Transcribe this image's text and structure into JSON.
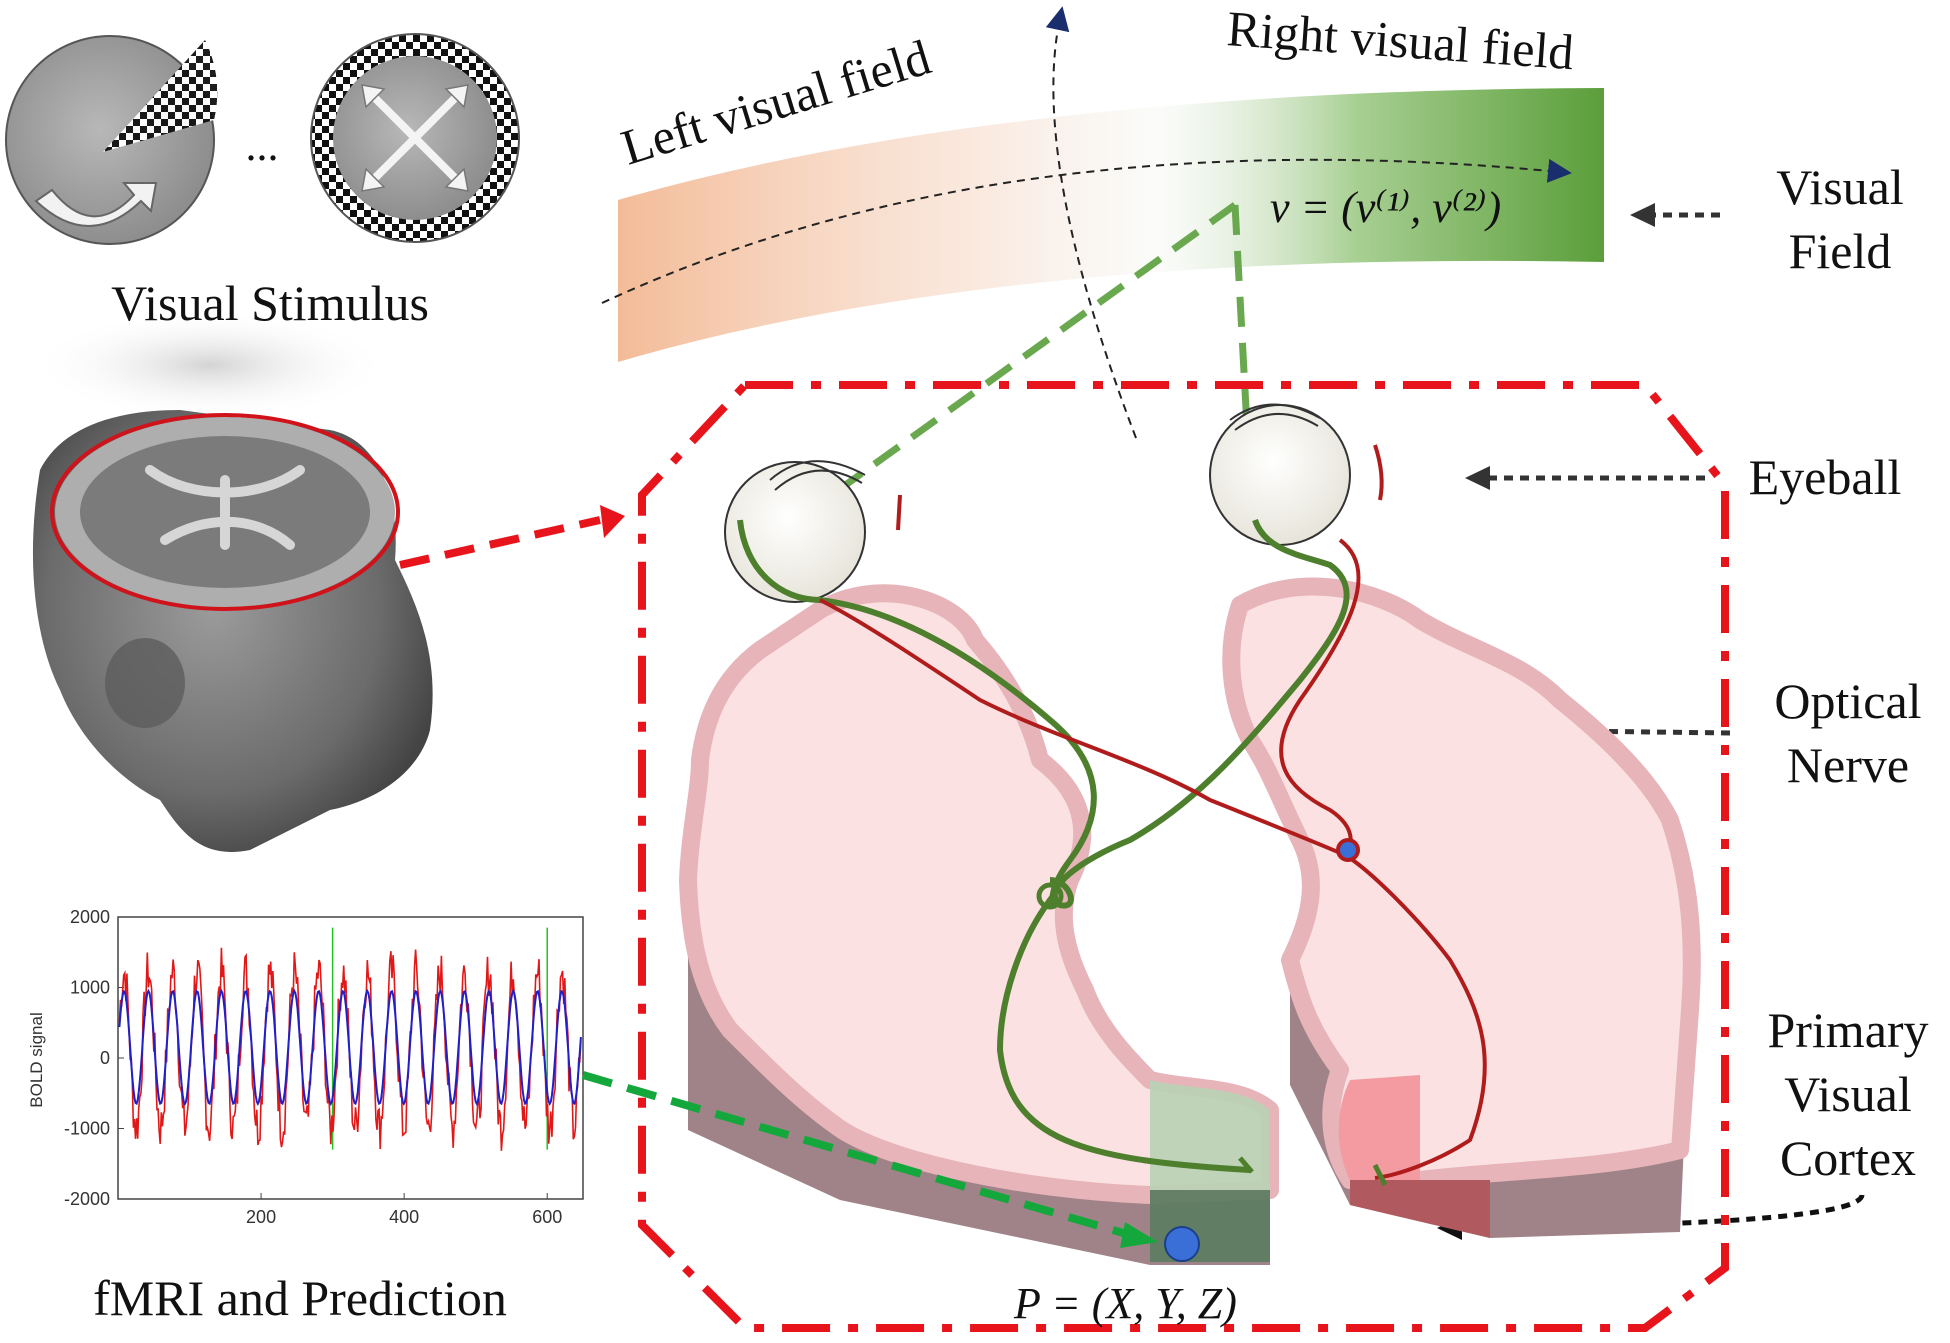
{
  "labels": {
    "left_visual_field": "Left visual field",
    "right_visual_field": "Right visual field",
    "visual_field_1": "Visual",
    "visual_field_2": "Field",
    "eyeball": "Eyeball",
    "optical_nerve_1": "Optical",
    "optical_nerve_2": "Nerve",
    "primary_1": "Primary",
    "primary_2": "Visual",
    "primary_3": "Cortex",
    "visual_stimulus": "Visual Stimulus",
    "fmri": "fMRI and Prediction",
    "ellipsis": "...",
    "v_formula": "v = (v⁽¹⁾, v⁽²⁾)",
    "p_formula": "P = (X, Y, Z)"
  },
  "colors": {
    "red_dash": "#e8141c",
    "green_dash": "#6aa84f",
    "green_dash_dark": "#14a83c",
    "nerve_green": "#4d7f2d",
    "nerve_red": "#b01c1c",
    "tissue_pink": "#fbe1e1",
    "tissue_edge": "#e9b9bd",
    "tissue_side": "#a08388",
    "field_orange": "#f2b48c",
    "field_green": "#5b9e3a",
    "point_blue": "#3a6fd8",
    "bold_red": "#e01818",
    "bold_blue": "#2020c8"
  },
  "chart_data": {
    "type": "line",
    "title": "",
    "xlabel": "",
    "ylabel": "BOLD signal",
    "xlim": [
      0,
      650
    ],
    "ylim": [
      -2000,
      2000
    ],
    "xticks": [
      200,
      400,
      600
    ],
    "yticks": [
      2000,
      1000,
      0,
      -1000,
      -2000
    ],
    "vlines": [
      300,
      600
    ],
    "period": 34,
    "amplitude_measured": 1100,
    "amplitude_predicted": 800,
    "series": [
      {
        "name": "",
        "color": "#e01818"
      },
      {
        "name": "",
        "color": "#2020c8"
      }
    ]
  }
}
